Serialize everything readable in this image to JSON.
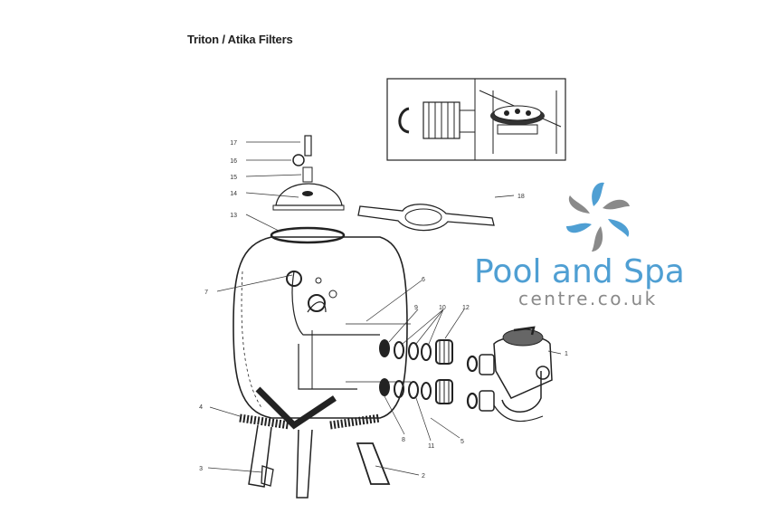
{
  "title": "Triton / Atika Filters",
  "logo": {
    "main": "Pool and Spa",
    "sub": "centre.co.uk",
    "color_blue": "#4f9fd3",
    "color_grey": "#8a8a8a"
  },
  "parts": {
    "p1": "1",
    "p2": "2",
    "p3": "3",
    "p4": "4",
    "p5": "5",
    "p6": "6",
    "p7": "7",
    "p8": "8",
    "p9": "9",
    "p10": "10",
    "p11": "11",
    "p12": "12",
    "p13": "13",
    "p14": "14",
    "p15": "15",
    "p16": "16",
    "p17": "17",
    "p18": "18"
  }
}
